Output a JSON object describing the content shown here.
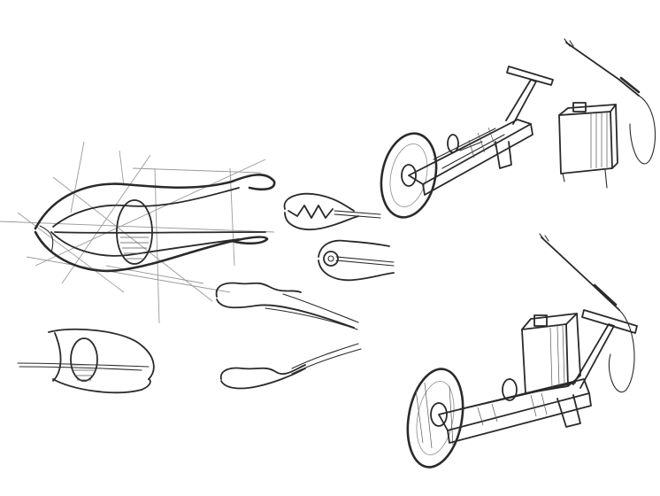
{
  "sketch": {
    "ink_color": "#2a2a2a",
    "guide_color": "#9a9a9a",
    "paper_color": "#ffffff",
    "panels": [
      "clamp-concept-large",
      "clamp-detail-top-right",
      "clamp-detail-mid-right",
      "clamp-concept-small",
      "tongs-open",
      "tongs-closed",
      "sprayer-cart-angled",
      "sprayer-cart-perspective"
    ]
  }
}
